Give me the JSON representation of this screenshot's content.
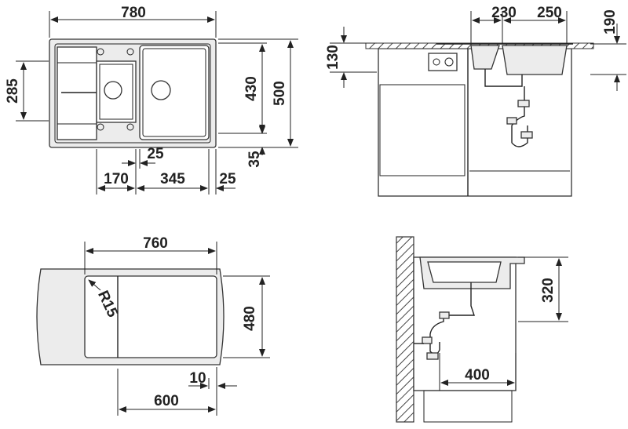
{
  "top_view": {
    "width_label": "780",
    "left_height_label": "285",
    "bowl_height_label": "430",
    "total_height_label": "500",
    "lip_label": "35",
    "inner_gap_label": "25",
    "drainer_label": "170",
    "bowl_width_label": "345",
    "edge_label": "25"
  },
  "side_view": {
    "counter_label": "130",
    "small_bowl_label": "230",
    "large_bowl_label": "250",
    "depth_label": "190"
  },
  "cutout_view": {
    "width_label": "760",
    "height_label": "480",
    "radius_label": "R15",
    "inner_label": "600",
    "gap_label": "10"
  },
  "section_view": {
    "height_label": "320",
    "depth_label": "400"
  }
}
